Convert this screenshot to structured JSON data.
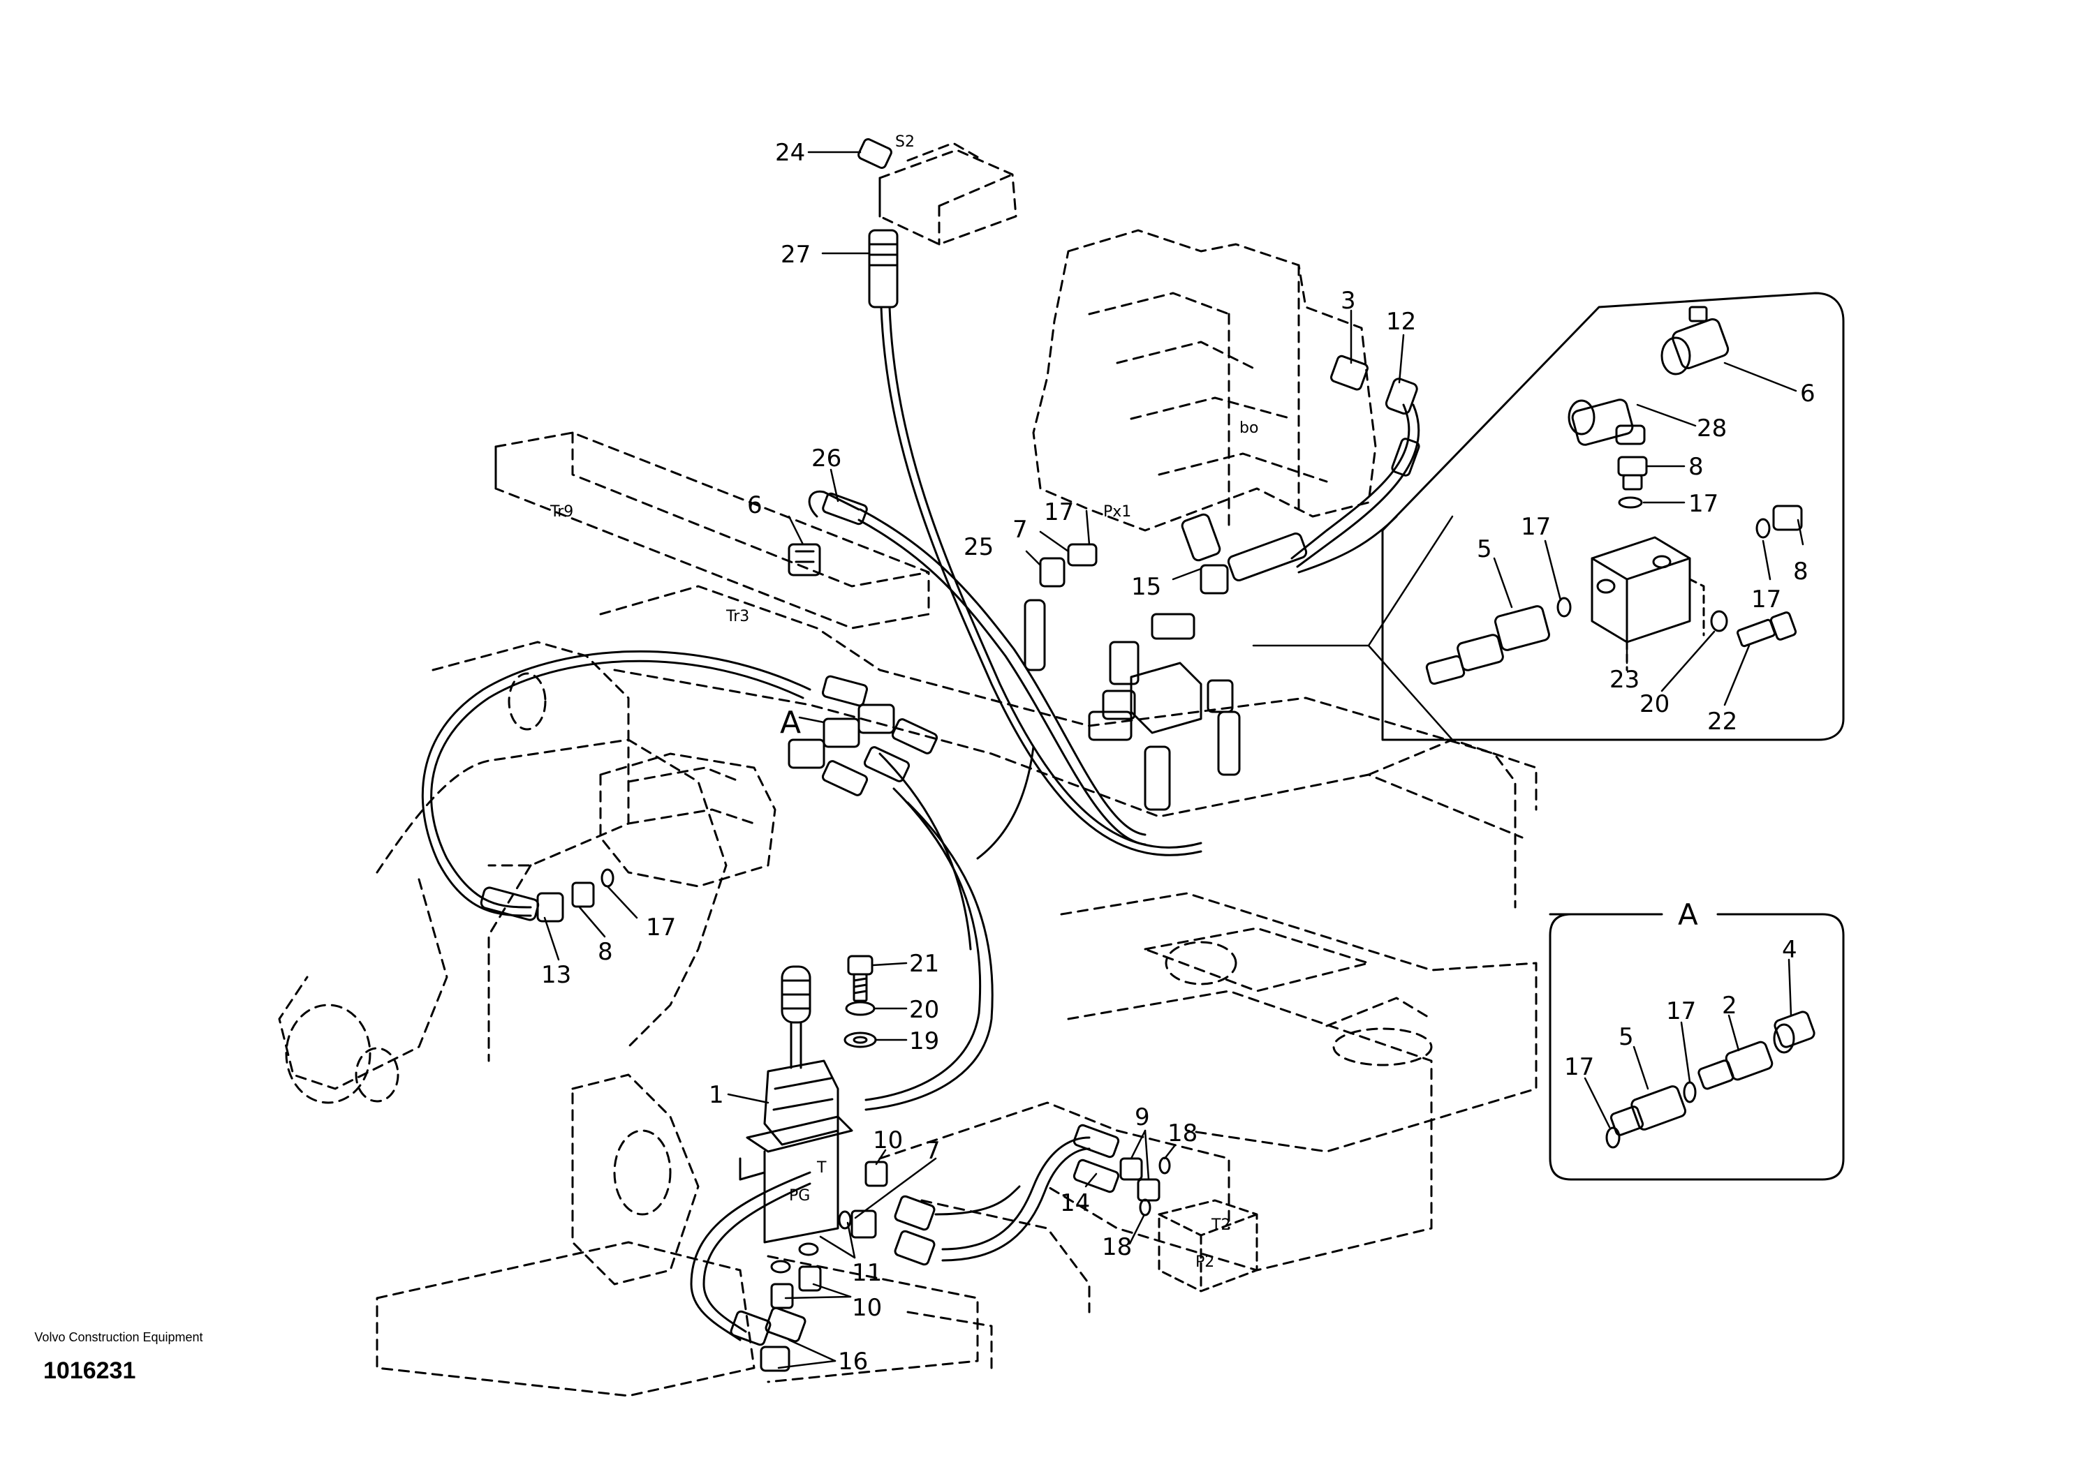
{
  "callouts": {
    "c24": "24",
    "c27": "27",
    "c3": "3",
    "c12": "12",
    "c26": "26",
    "c6": "6",
    "c7": "7",
    "c17_top": "17",
    "c25": "25",
    "c15": "15",
    "cA": "A",
    "c13": "13",
    "c8": "8",
    "c17_left": "17",
    "c21": "21",
    "c20": "20",
    "c19": "19",
    "c1": "1",
    "c10_a": "10",
    "c7_b": "7",
    "c11": "11",
    "c10_b": "10",
    "c16": "16",
    "c9": "9",
    "c18_a": "18",
    "c14": "14",
    "c18_b": "18"
  },
  "ports": {
    "s2": "S2",
    "tr9": "Tr9",
    "tr3": "Tr3",
    "px1": "Px1",
    "bo": "bo",
    "pg": "PG",
    "t": "T",
    "t2": "T2",
    "p2": "P2"
  },
  "detail_main": {
    "c6": "6",
    "c28": "28",
    "c8_a": "8",
    "c17_a": "17",
    "c17_b": "17",
    "c5": "5",
    "c17_c": "17",
    "c8_b": "8",
    "c23": "23",
    "c20": "20",
    "c22": "22"
  },
  "detail_a": {
    "title": "A",
    "c4": "4",
    "c2": "2",
    "c17_a": "17",
    "c5": "5",
    "c17_b": "17"
  },
  "footer": {
    "company": "Volvo Construction Equipment",
    "doc_number": "1016231"
  }
}
